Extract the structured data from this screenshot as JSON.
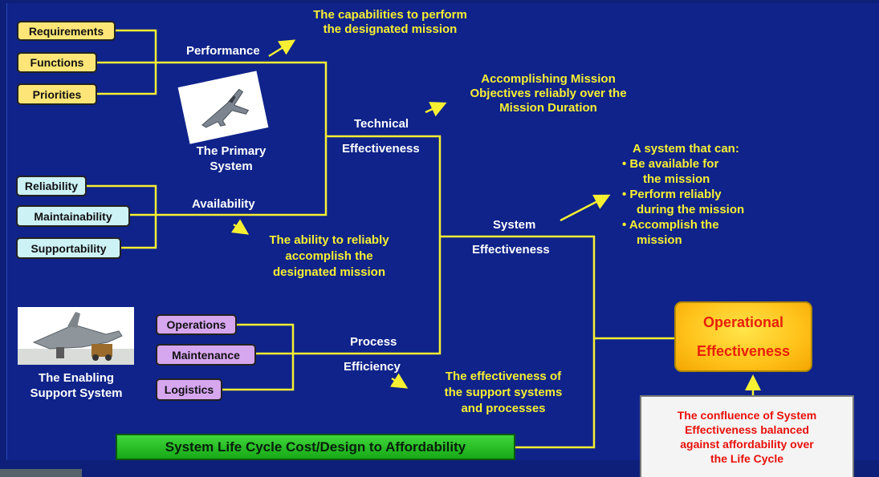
{
  "inputs_top": [
    "Requirements",
    "Functions",
    "Priorities"
  ],
  "inputs_mid": [
    "Reliability",
    "Maintainability",
    "Supportability"
  ],
  "inputs_bottom": [
    "Operations",
    "Maintenance",
    "Logistics"
  ],
  "labels": {
    "performance": "Performance",
    "availability": "Availability",
    "technical": "Technical",
    "effectiveness_tech": "Effectiveness",
    "system": "System",
    "effectiveness_sys": "Effectiveness",
    "process": "Process",
    "efficiency": "Efficiency"
  },
  "notes": {
    "capabilities": [
      "The capabilities to perform",
      "the designated mission"
    ],
    "accomplishing": [
      "Accomplishing Mission",
      "Objectives reliably over the",
      "Mission Duration"
    ],
    "system_can": [
      "A system that can:",
      "•  Be available for",
      "the mission",
      "•  Perform reliably",
      "during the mission",
      "•  Accomplish the",
      "mission"
    ],
    "ability": [
      "The ability to reliably",
      "accomplish the",
      "designated mission"
    ],
    "support": [
      "The effectiveness of",
      "the support systems",
      "and processes"
    ]
  },
  "captions": {
    "primary": [
      "The Primary",
      "System"
    ],
    "enabling": [
      "The Enabling",
      "Support System"
    ]
  },
  "operational": [
    "Operational",
    "Effectiveness"
  ],
  "confluence": [
    "The confluence of System",
    "Effectiveness balanced",
    "against affordability over",
    "the Life Cycle"
  ],
  "lifecycle": "System Life Cycle Cost/Design to Affordability",
  "colors": {
    "background": "#0f238a",
    "line": "#f7f032",
    "note_text": "#f7f032",
    "operational_text": "#e8200a",
    "confluence_text": "#e8100a",
    "lifecycle_bar": "#2fc02a"
  },
  "icons": [
    "jet-fighter-icon",
    "aircraft-support-icon",
    "arrow-icon"
  ]
}
